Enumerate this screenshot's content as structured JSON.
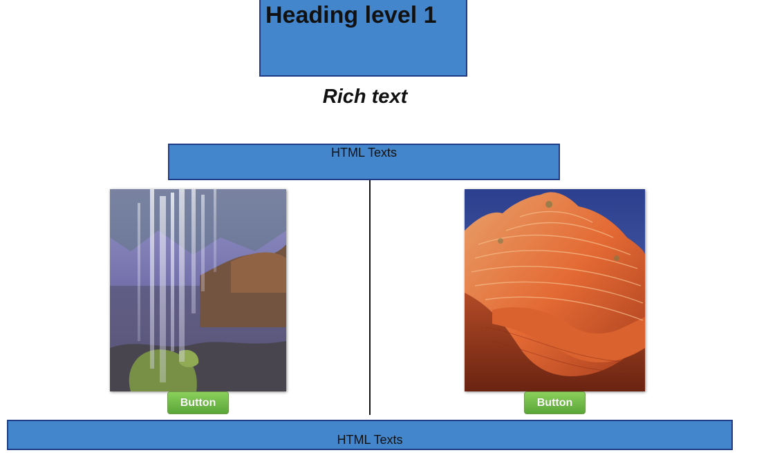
{
  "heading": {
    "text": "Heading level 1"
  },
  "rich_text": {
    "text": "Rich text"
  },
  "html_texts_top": {
    "text": "HTML Texts"
  },
  "html_texts_bottom": {
    "text": "HTML Texts"
  },
  "images": {
    "left": {
      "icon": "waterfall-photo"
    },
    "right": {
      "icon": "canyon-rock-photo"
    }
  },
  "buttons": {
    "left_label": "Button",
    "right_label": "Button"
  },
  "colors": {
    "panel_fill": "#4386cc",
    "panel_border": "#1f3b86",
    "button_green": "#6cba45"
  }
}
